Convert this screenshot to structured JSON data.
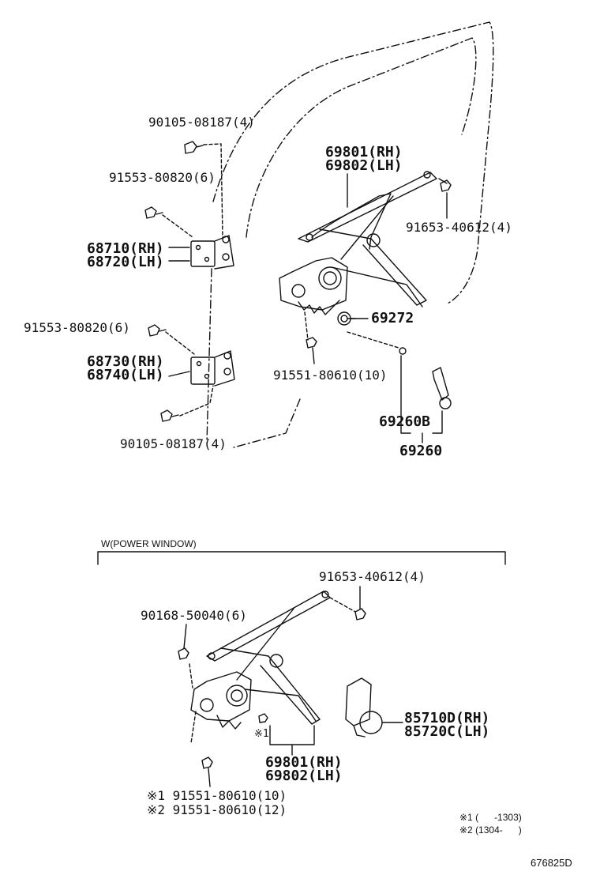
{
  "manual_section": {
    "labels": {
      "bolt_hinge_upper": "90105-08187(4)",
      "bolt_hinge_upper_mid": "91553-80820(6)",
      "hinge_upper_rh": "68710(RH)",
      "hinge_upper_lh": "68720(LH)",
      "bolt_hinge_lower_mid": "91553-80820(6)",
      "hinge_lower_rh": "68730(RH)",
      "hinge_lower_lh": "68740(LH)",
      "bolt_hinge_lower": "90105-08187(4)",
      "regulator_rh": "69801(RH)",
      "regulator_lh": "69802(LH)",
      "bolt_regulator": "91653-40612(4)",
      "washer": "69272",
      "bolt_regulator_lower": "91551-80610(10)",
      "handle_sub": "69260B",
      "handle": "69260"
    }
  },
  "power_section": {
    "heading": "W(POWER WINDOW)",
    "labels": {
      "bolt_regulator": "91653-40612(4)",
      "bolt_motor": "90168-50040(6)",
      "motor_rh": "85710D(RH)",
      "motor_lh": "85720C(LH)",
      "regulator_rh": "69801(RH)",
      "regulator_lh": "69802(LH)",
      "ref_mark": "※1",
      "bolt_note1": "※1 91551-80610(10)",
      "bolt_note2": "※2 91551-80610(12)"
    }
  },
  "footnotes": {
    "note1": "※1 (      -1303)",
    "note2": "※2 (1304-      )"
  },
  "figure_id": "676825D"
}
